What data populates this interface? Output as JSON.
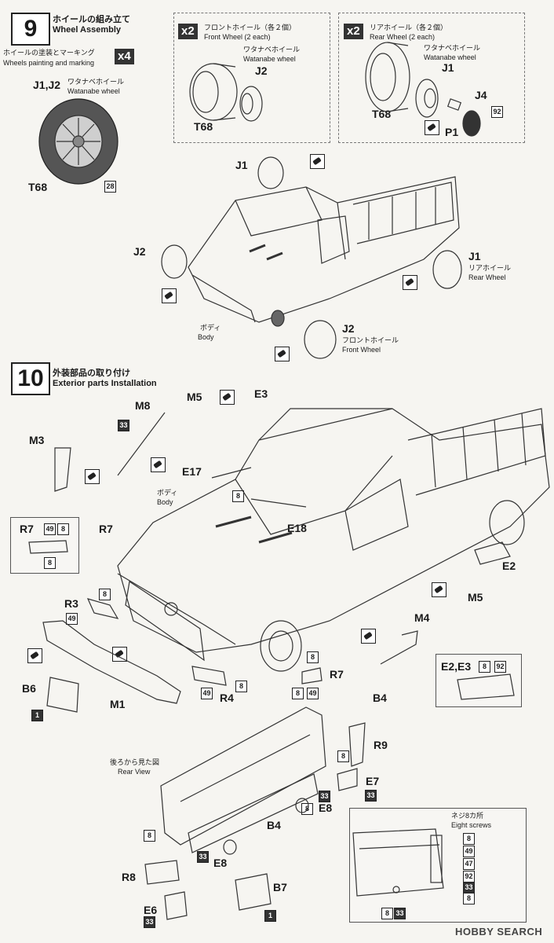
{
  "step9": {
    "number": "9",
    "title_jp": "ホイールの組み立て",
    "title_en": "Wheel Assembly",
    "painting_jp": "ホイールの塗装とマーキング",
    "painting_en": "Wheels painting and marking",
    "painting_qty": "x4",
    "j1j2_label": "J1,J2",
    "watanabe_jp": "ワタナベホイール",
    "watanabe_en": "Watanabe wheel",
    "t68": "T68",
    "code28": "28",
    "front_qty": "x2",
    "front_title_jp": "フロントホイール（各２個）",
    "front_title_en": "Front Wheel (2 each)",
    "front_watanabe_jp": "ワタナベホイール",
    "front_watanabe_en": "Watanabe wheel",
    "front_j2": "J2",
    "front_t68": "T68",
    "rear_qty": "x2",
    "rear_title_jp": "リアホイール（各２個）",
    "rear_title_en": "Rear Wheel (2 each)",
    "rear_watanabe_jp": "ワタナベホイール",
    "rear_watanabe_en": "Watanabe wheel",
    "rear_j1": "J1",
    "rear_j4": "J4",
    "rear_t68": "T68",
    "rear_p1": "P1",
    "code92": "92",
    "car_j1": "J1",
    "car_j2_left": "J2",
    "car_j1_right": "J1",
    "rear_wheel_jp": "リアホイール",
    "rear_wheel_en": "Rear Wheel",
    "car_j2_bottom": "J2",
    "front_wheel_jp": "フロントホイール",
    "front_wheel_en": "Front Wheel",
    "body_jp": "ボディ",
    "body_en": "Body"
  },
  "step10": {
    "number": "10",
    "title_jp": "外装部品の取り付け",
    "title_en": "Exterior parts Installation",
    "m8": "M8",
    "code33_m8": "33",
    "m5_top": "M5",
    "e3": "E3",
    "m3": "M3",
    "e17": "E17",
    "body_jp": "ボディ",
    "body_en": "Body",
    "code8_wiper": "8",
    "e18": "E18",
    "r7_box": "R7",
    "code49_r7": "49",
    "code8_r7a": "8",
    "code8_r7b": "8",
    "r7_mid": "R7",
    "e2": "E2",
    "m5_right": "M5",
    "r3": "R3",
    "code8_r3": "8",
    "code49_r3": "49",
    "m4": "M4",
    "b6": "B6",
    "code1_b6": "1",
    "m1": "M1",
    "code49_r4": "49",
    "r4": "R4",
    "code8_r4": "8",
    "code8_r7c": "8",
    "r7_low": "R7",
    "code8_r7d": "8",
    "code49_r7d": "49",
    "e2e3_label": "E2,E3",
    "code8_e2": "8",
    "code92_e2": "92",
    "b4_right": "B4",
    "rear_view_jp": "後ろから見た図",
    "rear_view_en": "Rear View",
    "r9": "R9",
    "code8_r9": "8",
    "e7": "E7",
    "code33_e7": "33",
    "code33_e8a": "33",
    "code8_e8a": "8",
    "e8_a": "E8",
    "b4_low": "B4",
    "code8_left": "8",
    "code33_e8b": "33",
    "e8_b": "E8",
    "r8": "R8",
    "b7": "B7",
    "e6": "E6",
    "code33_e6": "33",
    "code1_b7": "1",
    "screws_jp": "ネジ8カ所",
    "screws_en": "Eight screws",
    "detail_codes": [
      "8",
      "49",
      "47",
      "92",
      "33",
      "8"
    ],
    "bottom_codes": [
      "8",
      "33"
    ]
  },
  "watermark": "HOBBY SEARCH"
}
